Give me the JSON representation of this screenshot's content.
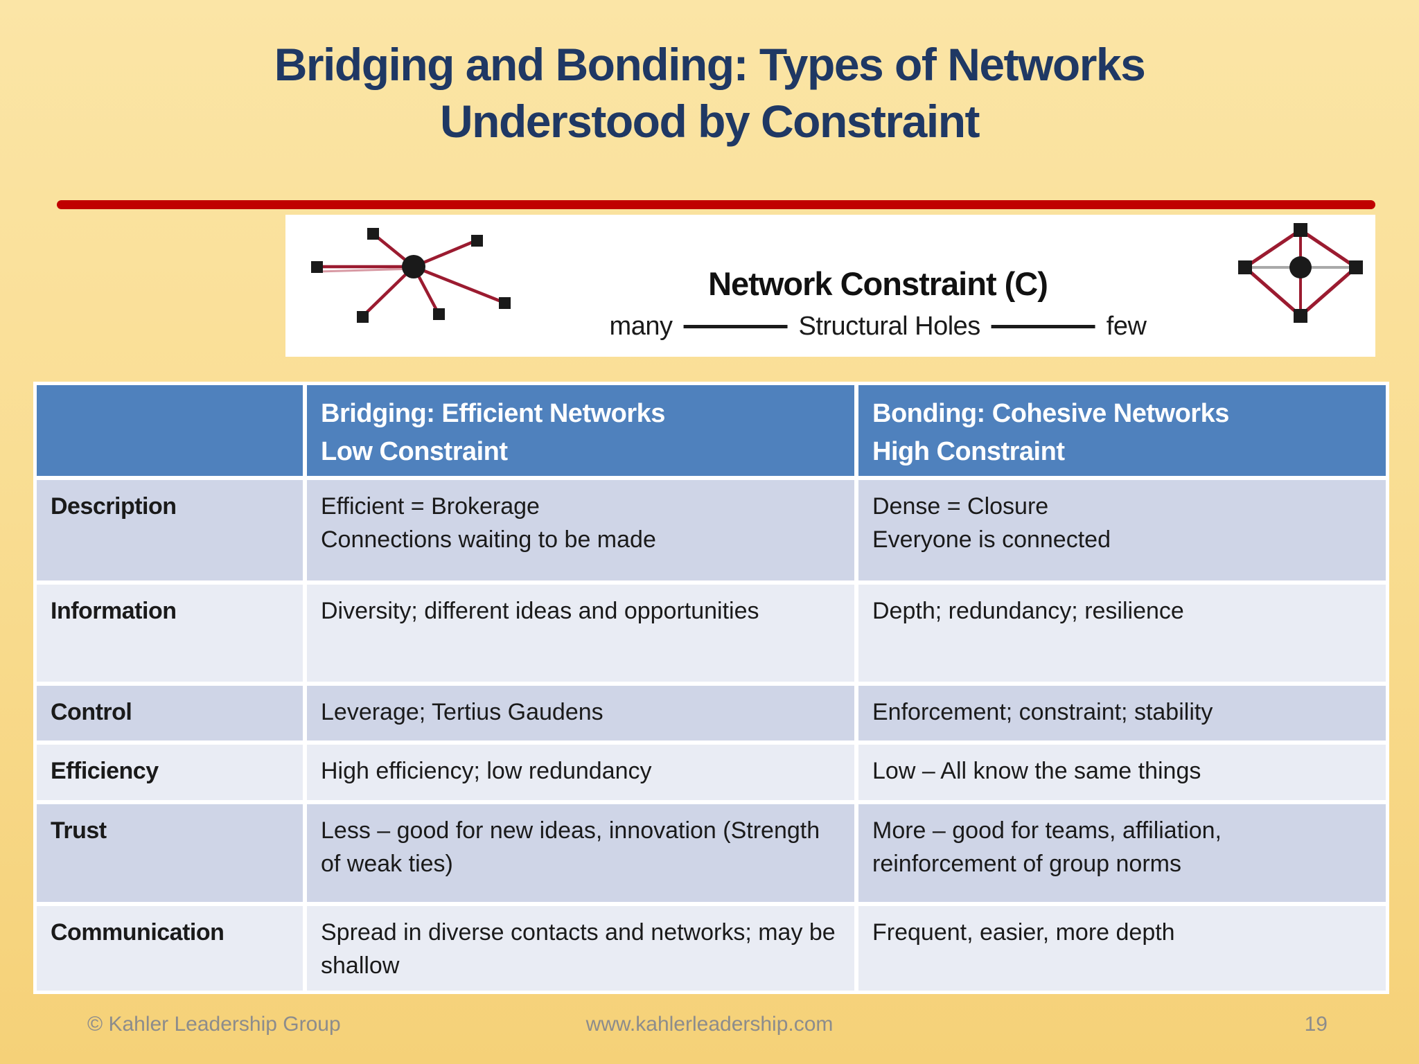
{
  "title": {
    "line1": "Bridging and Bonding: Types of Networks",
    "line2": "Understood by Constraint"
  },
  "banner": {
    "heading": "Network Constraint (C)",
    "scale_left": "many",
    "scale_middle": "Structural Holes",
    "scale_right": "few",
    "left_diagram": "star-network-many-structural-holes",
    "right_diagram": "closed-network-few-structural-holes"
  },
  "table": {
    "header": {
      "bridging_line1": "Bridging: Efficient Networks",
      "bridging_line2": "Low Constraint",
      "bonding_line1": "Bonding: Cohesive Networks",
      "bonding_line2": "High Constraint"
    },
    "rows": [
      {
        "label": "Description",
        "bridging": "Efficient = Brokerage\nConnections waiting to be made",
        "bonding": "Dense = Closure\nEveryone is connected"
      },
      {
        "label": "Information",
        "bridging": "Diversity; different ideas and opportunities",
        "bonding": "Depth; redundancy; resilience"
      },
      {
        "label": "Control",
        "bridging": "Leverage; Tertius Gaudens",
        "bonding": "Enforcement; constraint; stability"
      },
      {
        "label": "Efficiency",
        "bridging": "High efficiency; low redundancy",
        "bonding": "Low – All know the same things"
      },
      {
        "label": "Trust",
        "bridging": "Less – good for new ideas, innovation (Strength of weak ties)",
        "bonding": "More – good for teams, affiliation, reinforcement of group norms"
      },
      {
        "label": "Communication",
        "bridging": "Spread in diverse contacts and networks; may be shallow",
        "bonding": "Frequent, easier, more depth"
      }
    ]
  },
  "footer": {
    "copyright": "© Kahler Leadership Group",
    "website": "www.kahlerleadership.com",
    "page_number": "19"
  },
  "colors": {
    "background_top": "#fbe5a6",
    "background_bottom": "#f5d178",
    "title_text": "#1f3864",
    "rule_red": "#c00000",
    "header_blue": "#4f81bd",
    "row_dark": "#cfd5e7",
    "row_light": "#e9ecf4",
    "edge_maroon": "#9b1b30",
    "footer_gray": "#8c8c8c"
  }
}
